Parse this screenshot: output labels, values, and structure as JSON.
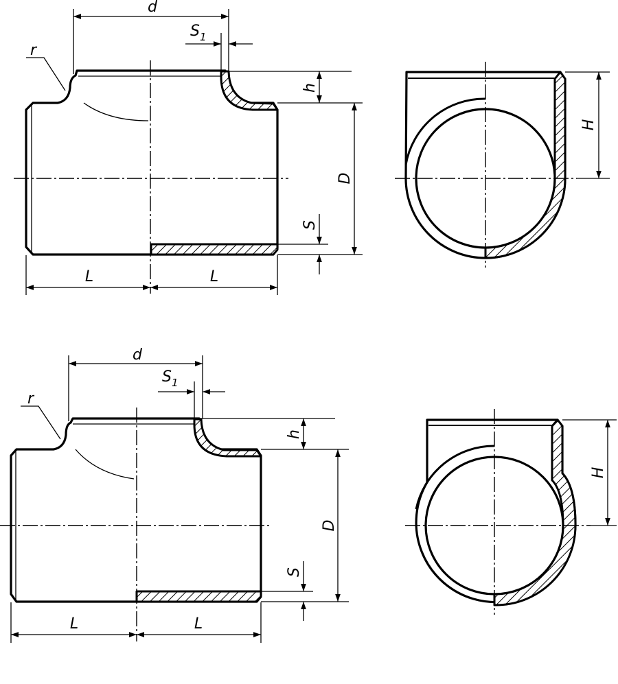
{
  "figures": [
    {
      "name": "upper",
      "labels": {
        "d": "d",
        "s1": "S",
        "s1_sub": "1",
        "r": "r",
        "h": "h",
        "D": "D",
        "S": "S",
        "L_left": "L",
        "L_right": "L",
        "H": "H"
      }
    },
    {
      "name": "lower",
      "labels": {
        "d": "d",
        "s1": "S",
        "s1_sub": "1",
        "r": "r",
        "h": "h",
        "D": "D",
        "S": "S",
        "L_left": "L",
        "L_right": "L",
        "H": "H"
      }
    }
  ]
}
